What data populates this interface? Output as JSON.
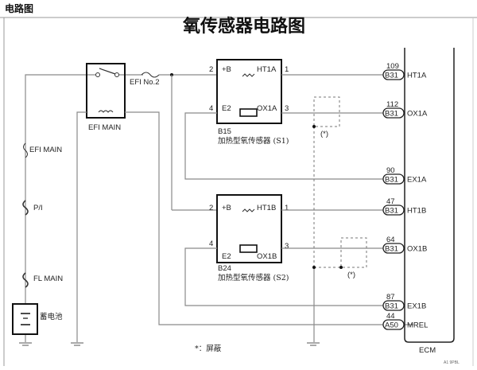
{
  "header": {
    "label": "电路图"
  },
  "title": "氧传感器电路图",
  "relay": {
    "name": "EFI MAIN"
  },
  "fuses": {
    "efi_no2": "EFI No.2",
    "efi_main": "EFI MAIN",
    "pi": "P/I",
    "fl_main": "FL MAIN"
  },
  "battery": {
    "label": "蓄电池"
  },
  "sensor1": {
    "connector": "B15",
    "name": "加热型氧传感器 (S1)",
    "pins": {
      "pB_num": "2",
      "pB": "+B",
      "ht": "HT1A",
      "ht_num": "1",
      "e2_num": "4",
      "e2": "E2",
      "ox": "OX1A",
      "ox_num": "3"
    }
  },
  "sensor2": {
    "connector": "B24",
    "name": "加热型氧传感器 (S2)",
    "pins": {
      "pB_num": "2",
      "pB": "+B",
      "ht": "HT1B",
      "ht_num": "1",
      "e2_num": "4",
      "e2": "E2",
      "ox": "OX1B",
      "ox_num": "3"
    }
  },
  "shield": {
    "mark": "(*)",
    "note": "*：屏蔽"
  },
  "ecm": {
    "name": "ECM",
    "terminals": [
      {
        "pin": "109",
        "connector": "B31",
        "signal": "HT1A"
      },
      {
        "pin": "112",
        "connector": "B31",
        "signal": "OX1A"
      },
      {
        "pin": "90",
        "connector": "B31",
        "signal": "EX1A"
      },
      {
        "pin": "47",
        "connector": "B31",
        "signal": "HT1B"
      },
      {
        "pin": "64",
        "connector": "B31",
        "signal": "OX1B"
      },
      {
        "pin": "87",
        "connector": "B31",
        "signal": "EX1B"
      },
      {
        "pin": "44",
        "connector": "A50",
        "signal": "MREL"
      }
    ]
  },
  "footer_code": "A1 9PBL"
}
